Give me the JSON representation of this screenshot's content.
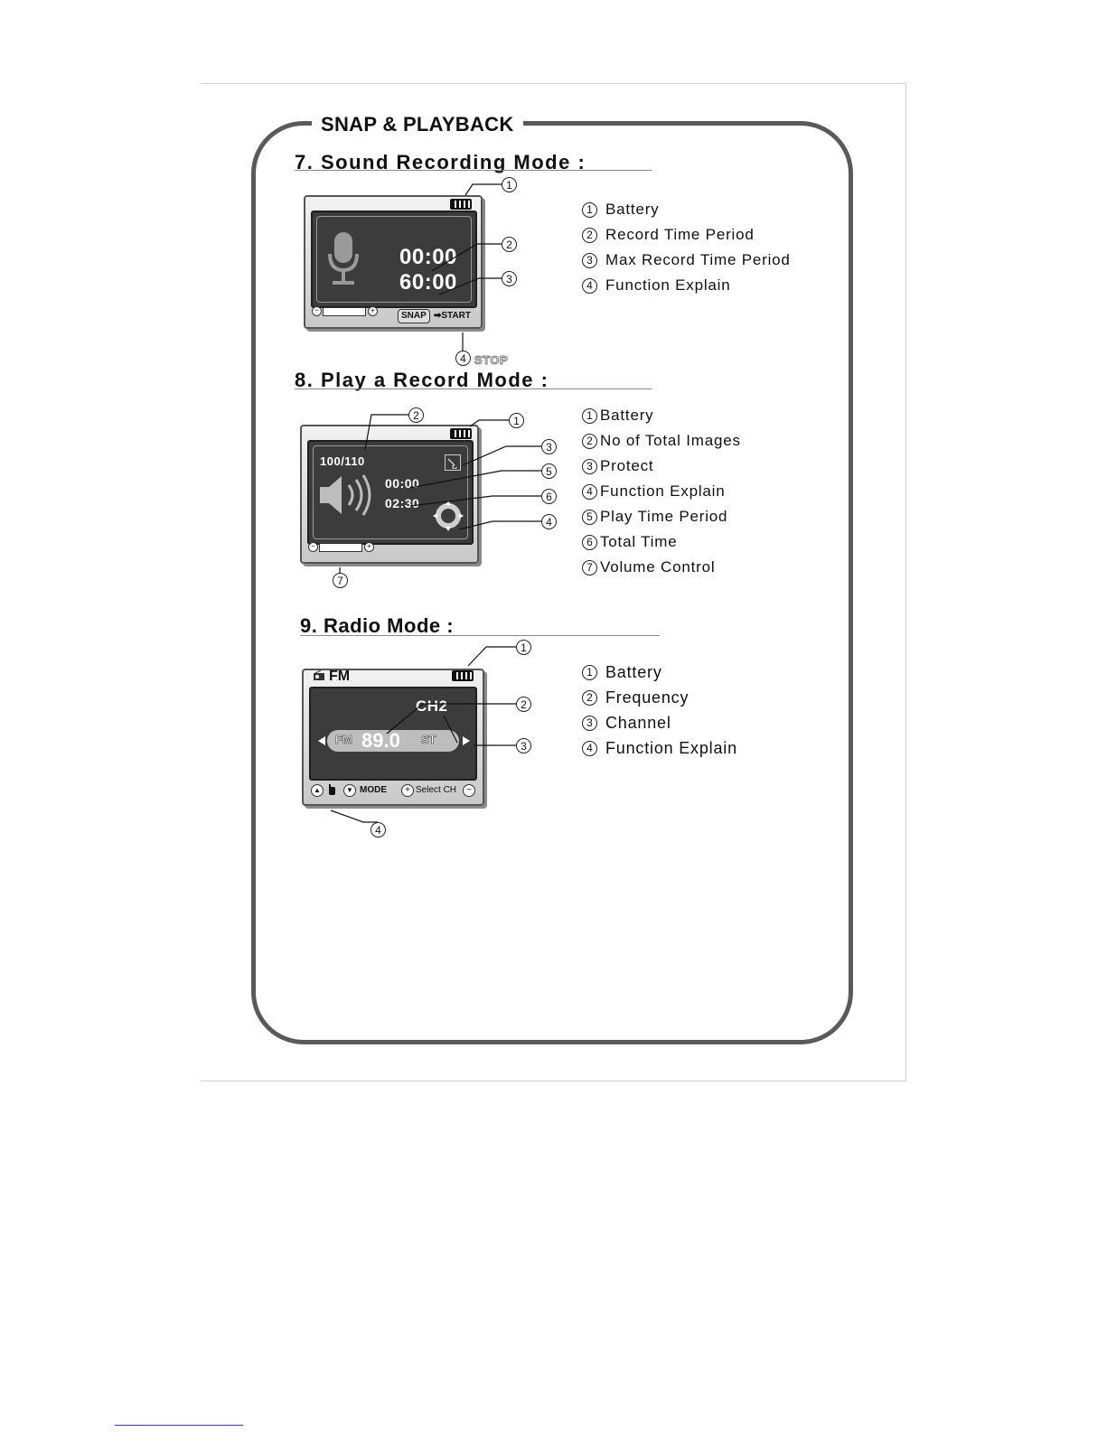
{
  "frame_title": "SNAP & PLAYBACK",
  "sections": [
    {
      "title": "7. Sound Recording Mode :",
      "screen": {
        "record_time": "00:00",
        "max_time": "60:00",
        "snap_button": "SNAP",
        "start_label": "➡START",
        "stop_label": "STOP"
      },
      "legend": [
        {
          "num": "1",
          "label": "Battery"
        },
        {
          "num": "2",
          "label": "Record  Time  Period"
        },
        {
          "num": "3",
          "label": "Max Record  Time  Period"
        },
        {
          "num": "4",
          "label": "Function Explain"
        }
      ]
    },
    {
      "title": "8. Play  a  Record  Mode :",
      "screen": {
        "count": "100/110",
        "play_time": "00:00",
        "total_time": "02:30"
      },
      "legend": [
        {
          "num": "1",
          "label": "Battery"
        },
        {
          "num": "2",
          "label": "No of Total Images"
        },
        {
          "num": "3",
          "label": "Protect"
        },
        {
          "num": "4",
          "label": "Function Explain"
        },
        {
          "num": "5",
          "label": "Play  Time  Period"
        },
        {
          "num": "6",
          "label": "Total Time"
        },
        {
          "num": "7",
          "label": "Volume  Control"
        }
      ]
    },
    {
      "title": "9. Radio Mode :",
      "screen": {
        "mode": "FM",
        "channel": "CH2",
        "band": "FM",
        "frequency": "89.0",
        "stereo": "ST",
        "mode_button": "MODE",
        "select_ch": "Select CH"
      },
      "legend": [
        {
          "num": "1",
          "label": "Battery"
        },
        {
          "num": "2",
          "label": "Frequency"
        },
        {
          "num": "3",
          "label": "Channel"
        },
        {
          "num": "4",
          "label": "Function Explain"
        }
      ]
    }
  ],
  "callout_numbers": [
    "1",
    "2",
    "3",
    "4",
    "5",
    "6",
    "7"
  ]
}
